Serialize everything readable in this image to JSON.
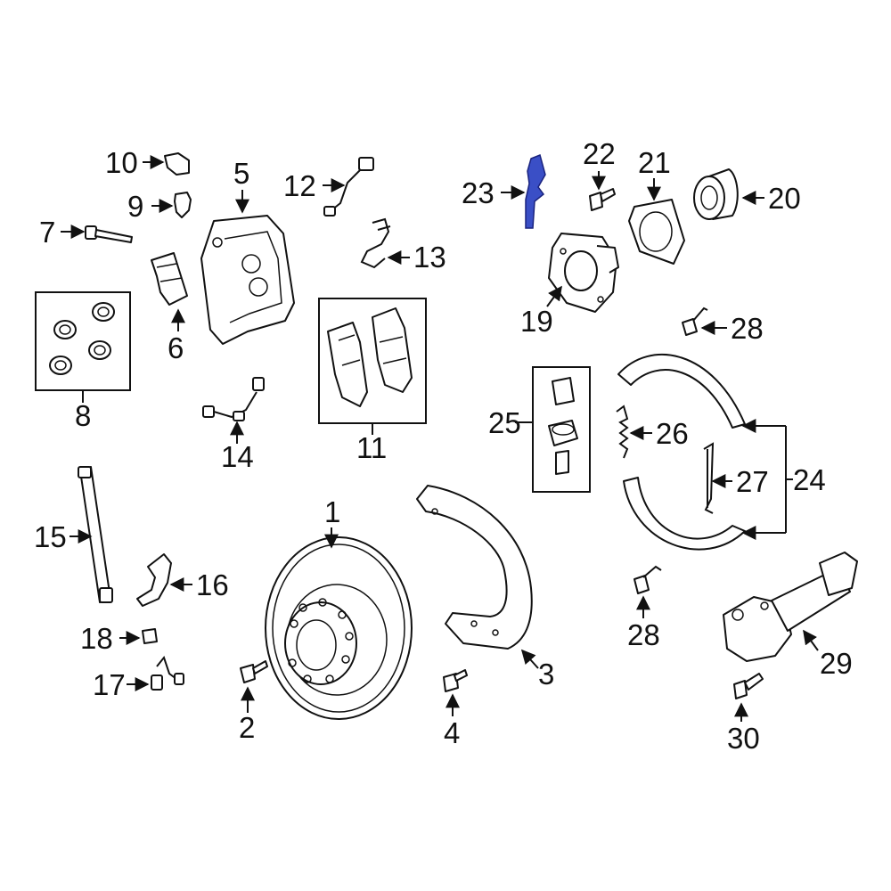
{
  "highlight_color": "#3a4fc6",
  "callouts": {
    "c1": "1",
    "c2": "2",
    "c3": "3",
    "c4": "4",
    "c5": "5",
    "c6": "6",
    "c7": "7",
    "c8": "8",
    "c9": "9",
    "c10": "10",
    "c11": "11",
    "c12": "12",
    "c13": "13",
    "c14": "14",
    "c15": "15",
    "c16": "16",
    "c17": "17",
    "c18": "18",
    "c19": "19",
    "c20": "20",
    "c21": "21",
    "c22": "22",
    "c23": "23",
    "c24": "24",
    "c25": "25",
    "c26": "26",
    "c27": "27",
    "c28a": "28",
    "c28b": "28",
    "c29": "29",
    "c30": "30"
  }
}
